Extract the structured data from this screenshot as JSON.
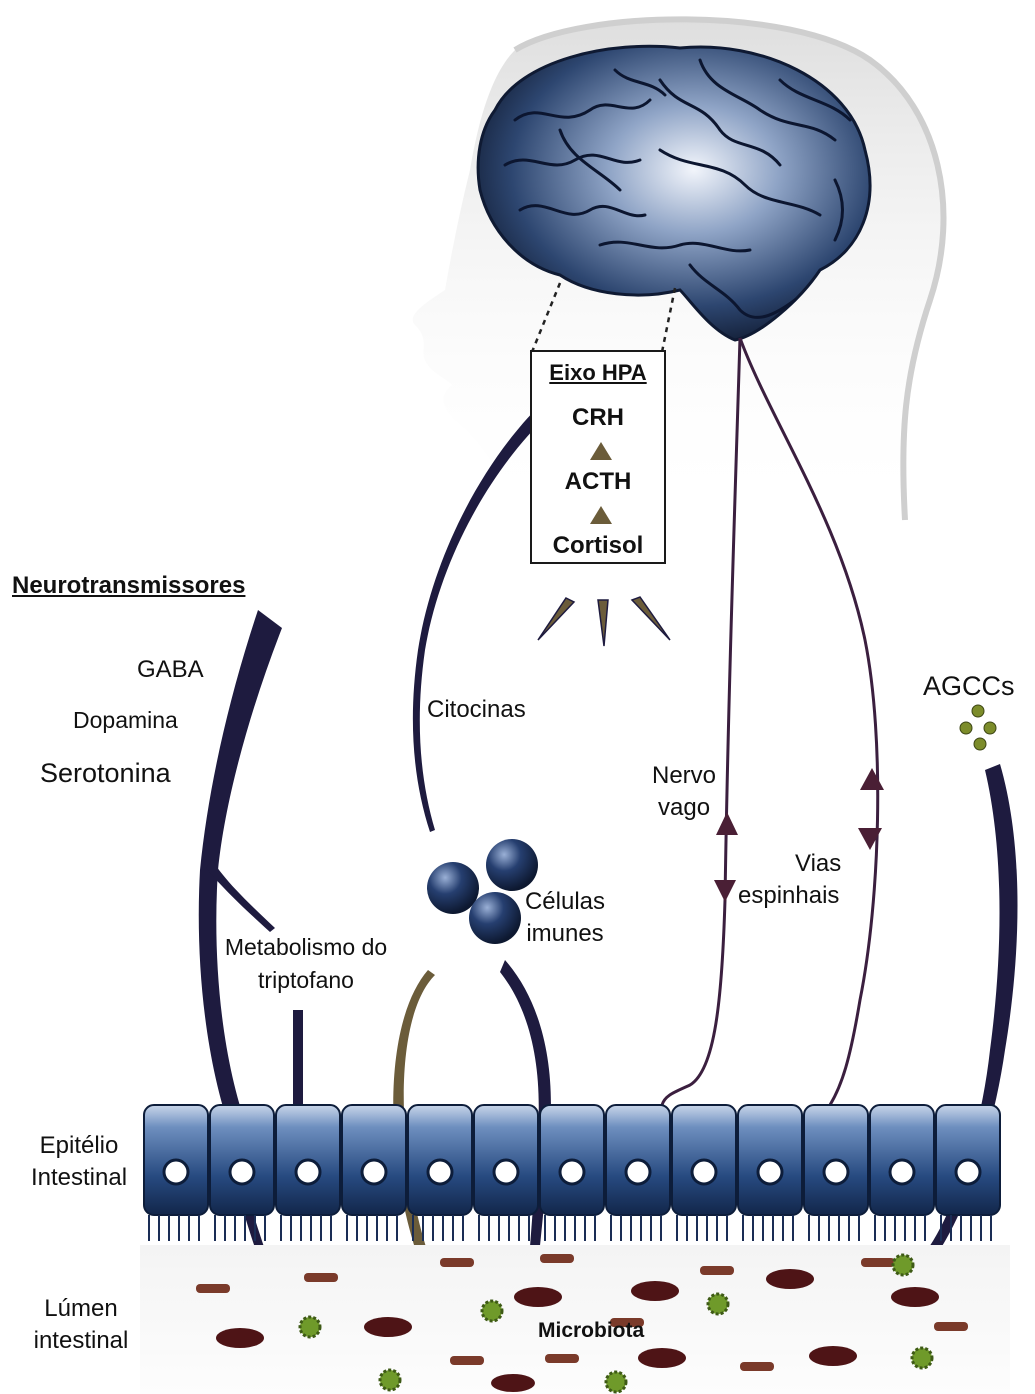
{
  "hpa_box": {
    "title": "Eixo HPA",
    "items": [
      "CRH",
      "ACTH",
      "Cortisol"
    ]
  },
  "labels": {
    "neurotransmitters_heading": "Neurotransmissores",
    "gaba": "GABA",
    "dopamine": "Dopamina",
    "serotonin": "Serotonina",
    "cytokines": "Citocinas",
    "vagus_line1": "Nervo",
    "vagus_line2": "vago",
    "spinal_line1": "Vias",
    "spinal_line2": "espinhais",
    "immune_line1": "Células",
    "immune_line2": "imunes",
    "tryptophan_line1": "Metabolismo do",
    "tryptophan_line2": "triptofano",
    "scfa": "AGCCs",
    "epithelium_line1": "Epitélio",
    "epithelium_line2": "Intestinal",
    "lumen_line1": "Lúmen",
    "lumen_line2": "intestinal",
    "microbiota": "Microbiota"
  },
  "colors": {
    "pathway": "#1e1b3f",
    "brain": "#22365c",
    "head_silhouette": "#d9d9d9",
    "epithelium": "#2c4f86",
    "triangle": "#6b5c3a",
    "bacteria_red": "#4e1416",
    "bacteria_green": "#6f9a2a"
  },
  "icons": {
    "brain": "brain-icon",
    "head": "head-silhouette-icon",
    "immune_cells": "immune-cells-icon",
    "scfa": "scfa-molecules-icon",
    "epithelial_cells": "epithelial-cell-icon",
    "bacteria": "bacteria-icon"
  }
}
